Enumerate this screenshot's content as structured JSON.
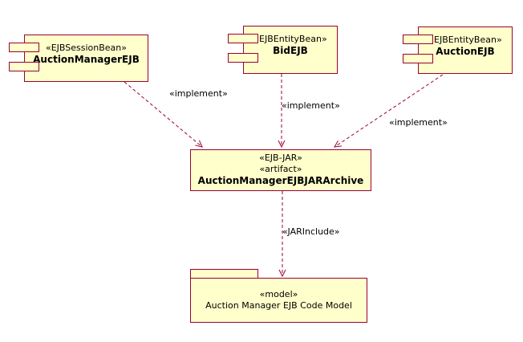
{
  "diagram": {
    "type": "uml-component-diagram",
    "colors": {
      "fill": "#FFFFCC",
      "border": "#990033",
      "text": "#000000",
      "background": "#FFFFFF"
    },
    "components": [
      {
        "stereotype": "«EJBSessionBean»",
        "name": "AuctionManagerEJB"
      },
      {
        "stereotype": "«EJBEntityBean»",
        "name": "BidEJB"
      },
      {
        "stereotype": "«EJBEntityBean»",
        "name": "AuctionEJB"
      }
    ],
    "artifact": {
      "stereotype1": "«EJB-JAR»",
      "stereotype2": "«artifact»",
      "name": "AuctionManagerEJBJARArchive"
    },
    "package": {
      "stereotype": "«model»",
      "name": "Auction Manager EJB Code Model"
    },
    "edges": [
      {
        "label": "«implement»",
        "from": "AuctionManagerEJB",
        "to": "AuctionManagerEJBJARArchive"
      },
      {
        "label": "«implement»",
        "from": "BidEJB",
        "to": "AuctionManagerEJBJARArchive"
      },
      {
        "label": "«implement»",
        "from": "AuctionEJB",
        "to": "AuctionManagerEJBJARArchive"
      },
      {
        "label": "«JARInclude»",
        "from": "AuctionManagerEJBJARArchive",
        "to": "Auction Manager EJB Code Model"
      }
    ]
  }
}
